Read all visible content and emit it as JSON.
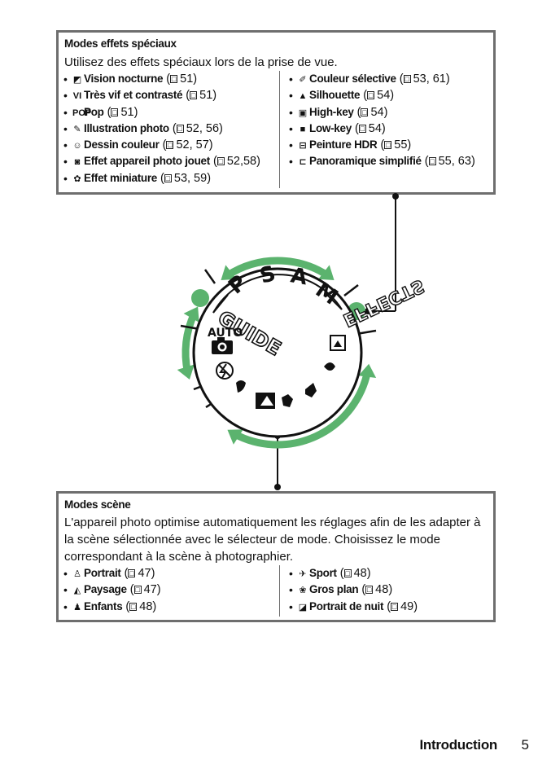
{
  "effects_box": {
    "title": "Modes effets spéciaux",
    "description": "Utilisez des effets spéciaux lors de la prise de vue.",
    "left_items": [
      {
        "icon": "night-vision-icon",
        "glyph": "◩",
        "name": "Vision nocturne",
        "ref": "51"
      },
      {
        "icon": "vi-icon",
        "glyph": "VI",
        "name": "Très vif et contrasté",
        "ref": "51"
      },
      {
        "icon": "pop-icon",
        "glyph": "POP",
        "name": "Pop",
        "ref": "51"
      },
      {
        "icon": "photo-illustration-icon",
        "glyph": "✎",
        "name": "Illustration photo",
        "ref": "52, 56"
      },
      {
        "icon": "toy-camera-sketch-icon",
        "glyph": "☺",
        "name": "Dessin couleur",
        "ref": "52, 57"
      },
      {
        "icon": "toy-camera-icon",
        "glyph": "◙",
        "name": "Effet appareil photo jouet",
        "ref": "52,58"
      },
      {
        "icon": "miniature-icon",
        "glyph": "✿",
        "name": "Effet miniature",
        "ref": "53, 59"
      }
    ],
    "right_items": [
      {
        "icon": "selective-color-icon",
        "glyph": "✐",
        "name": "Couleur sélective",
        "ref": "53, 61"
      },
      {
        "icon": "silhouette-icon",
        "glyph": "▲",
        "name": "Silhouette",
        "ref": "54"
      },
      {
        "icon": "high-key-icon",
        "glyph": "▣",
        "name": "High-key",
        "ref": "54"
      },
      {
        "icon": "low-key-icon",
        "glyph": "■",
        "name": "Low-key",
        "ref": "54"
      },
      {
        "icon": "hdr-painting-icon",
        "glyph": "⊟",
        "name": "Peinture HDR",
        "ref": "55"
      },
      {
        "icon": "easy-panorama-icon",
        "glyph": "⊏",
        "name": "Panoramique simplifié",
        "ref": "55, 63"
      }
    ]
  },
  "scene_box": {
    "title": "Modes scène",
    "description": "L'appareil photo optimise automatiquement les réglages afin de les adapter à la scène sélectionnée avec le sélecteur de mode. Choisissez le mode correspondant à la scène à photographier.",
    "left_items": [
      {
        "icon": "portrait-icon",
        "glyph": "♙",
        "name": "Portrait",
        "ref": "47"
      },
      {
        "icon": "landscape-icon",
        "glyph": "◭",
        "name": "Paysage",
        "ref": "47"
      },
      {
        "icon": "child-icon",
        "glyph": "♟",
        "name": "Enfants",
        "ref": "48"
      }
    ],
    "right_items": [
      {
        "icon": "sports-icon",
        "glyph": "✈",
        "name": "Sport",
        "ref": "48"
      },
      {
        "icon": "close-up-icon",
        "glyph": "❀",
        "name": "Gros plan",
        "ref": "48"
      },
      {
        "icon": "night-portrait-icon",
        "glyph": "◪",
        "name": "Portrait de nuit",
        "ref": "49"
      }
    ]
  },
  "dial": {
    "mode_letters": [
      "P",
      "S",
      "A",
      "M"
    ],
    "guide_label": "GUIDE",
    "effects_label": "EFFECTS",
    "auto_label": "AUTO",
    "accent_color": "#5bb36e"
  },
  "footer": {
    "section_title": "Introduction",
    "page_number": "5"
  }
}
